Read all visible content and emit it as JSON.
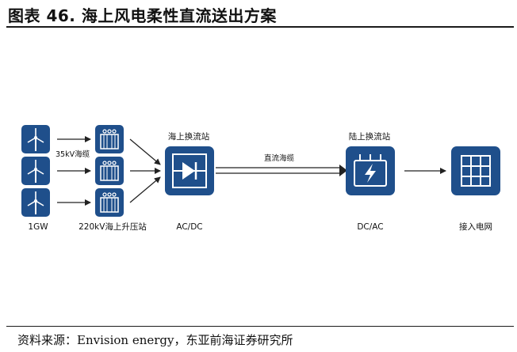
{
  "figure_title": "图表 46. 海上风电柔性直流送出方案",
  "source_note": "资料来源：Envision energy，东亚前海证券研究所",
  "labels": {
    "cable_35kv": "35kV海缆",
    "wind_capacity": "1GW",
    "offshore_booster": "220kV海上升压站",
    "offshore_converter_title": "海上换流站",
    "offshore_converter_type": "AC/DC",
    "dc_cable": "直流海缆",
    "onshore_converter_title": "陆上换流站",
    "onshore_converter_type": "DC/AC",
    "grid_connection": "接入电网"
  },
  "colors": {
    "box_fill": "#1f4f8b",
    "icon_white": "#ffffff",
    "arrow": "#222222"
  },
  "icons": {
    "wind_turbine": "wind-turbine-icon",
    "transformer": "transformer-icon",
    "rectifier": "rectifier-icon",
    "inverter": "inverter-icon",
    "grid": "grid-icon"
  }
}
